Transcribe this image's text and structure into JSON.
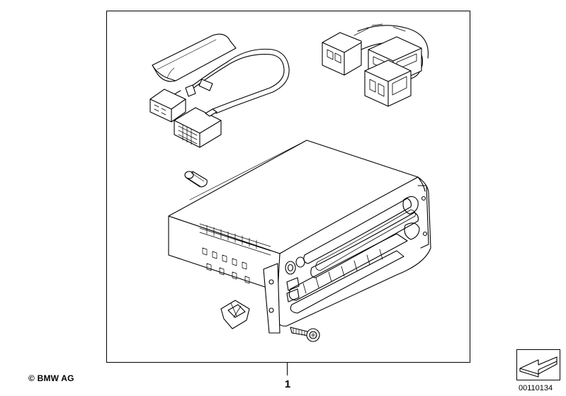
{
  "diagram": {
    "callout_number": "1",
    "copyright": "© BMW AG",
    "diagram_id": "00110134"
  },
  "icons": {
    "nav_arrow": "arrow-down-left-icon"
  }
}
